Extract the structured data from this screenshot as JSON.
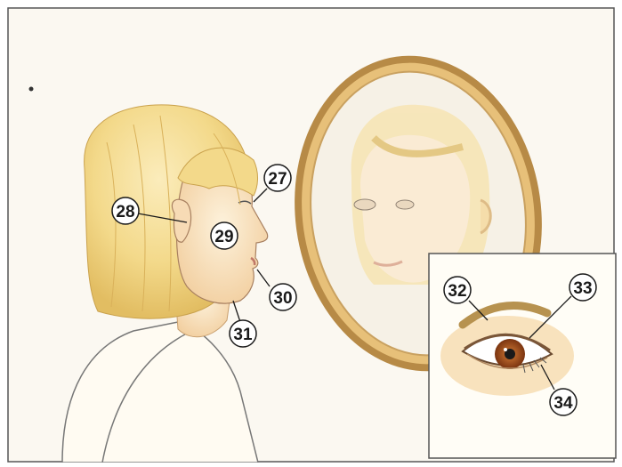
{
  "labels": [
    {
      "id": "ear-label",
      "text": "28"
    },
    {
      "id": "nose-label",
      "text": "27"
    },
    {
      "id": "cheek-label",
      "text": "29"
    },
    {
      "id": "lips-label",
      "text": "30"
    },
    {
      "id": "chin-label",
      "text": "31"
    },
    {
      "id": "eyebrow-label",
      "text": "32"
    },
    {
      "id": "eyelid-label",
      "text": "33"
    },
    {
      "id": "eyelash-label",
      "text": "34"
    }
  ],
  "colors": {
    "hair": "#f3d98a",
    "hair_shadow": "#e2bd62",
    "skin": "#fbe9c8",
    "skin_shadow": "#f2cfa0",
    "mirror_frame": "#e7c079",
    "mirror_frame_dark": "#b78a46",
    "iris": "#9a4e1c",
    "line": "#333333"
  }
}
